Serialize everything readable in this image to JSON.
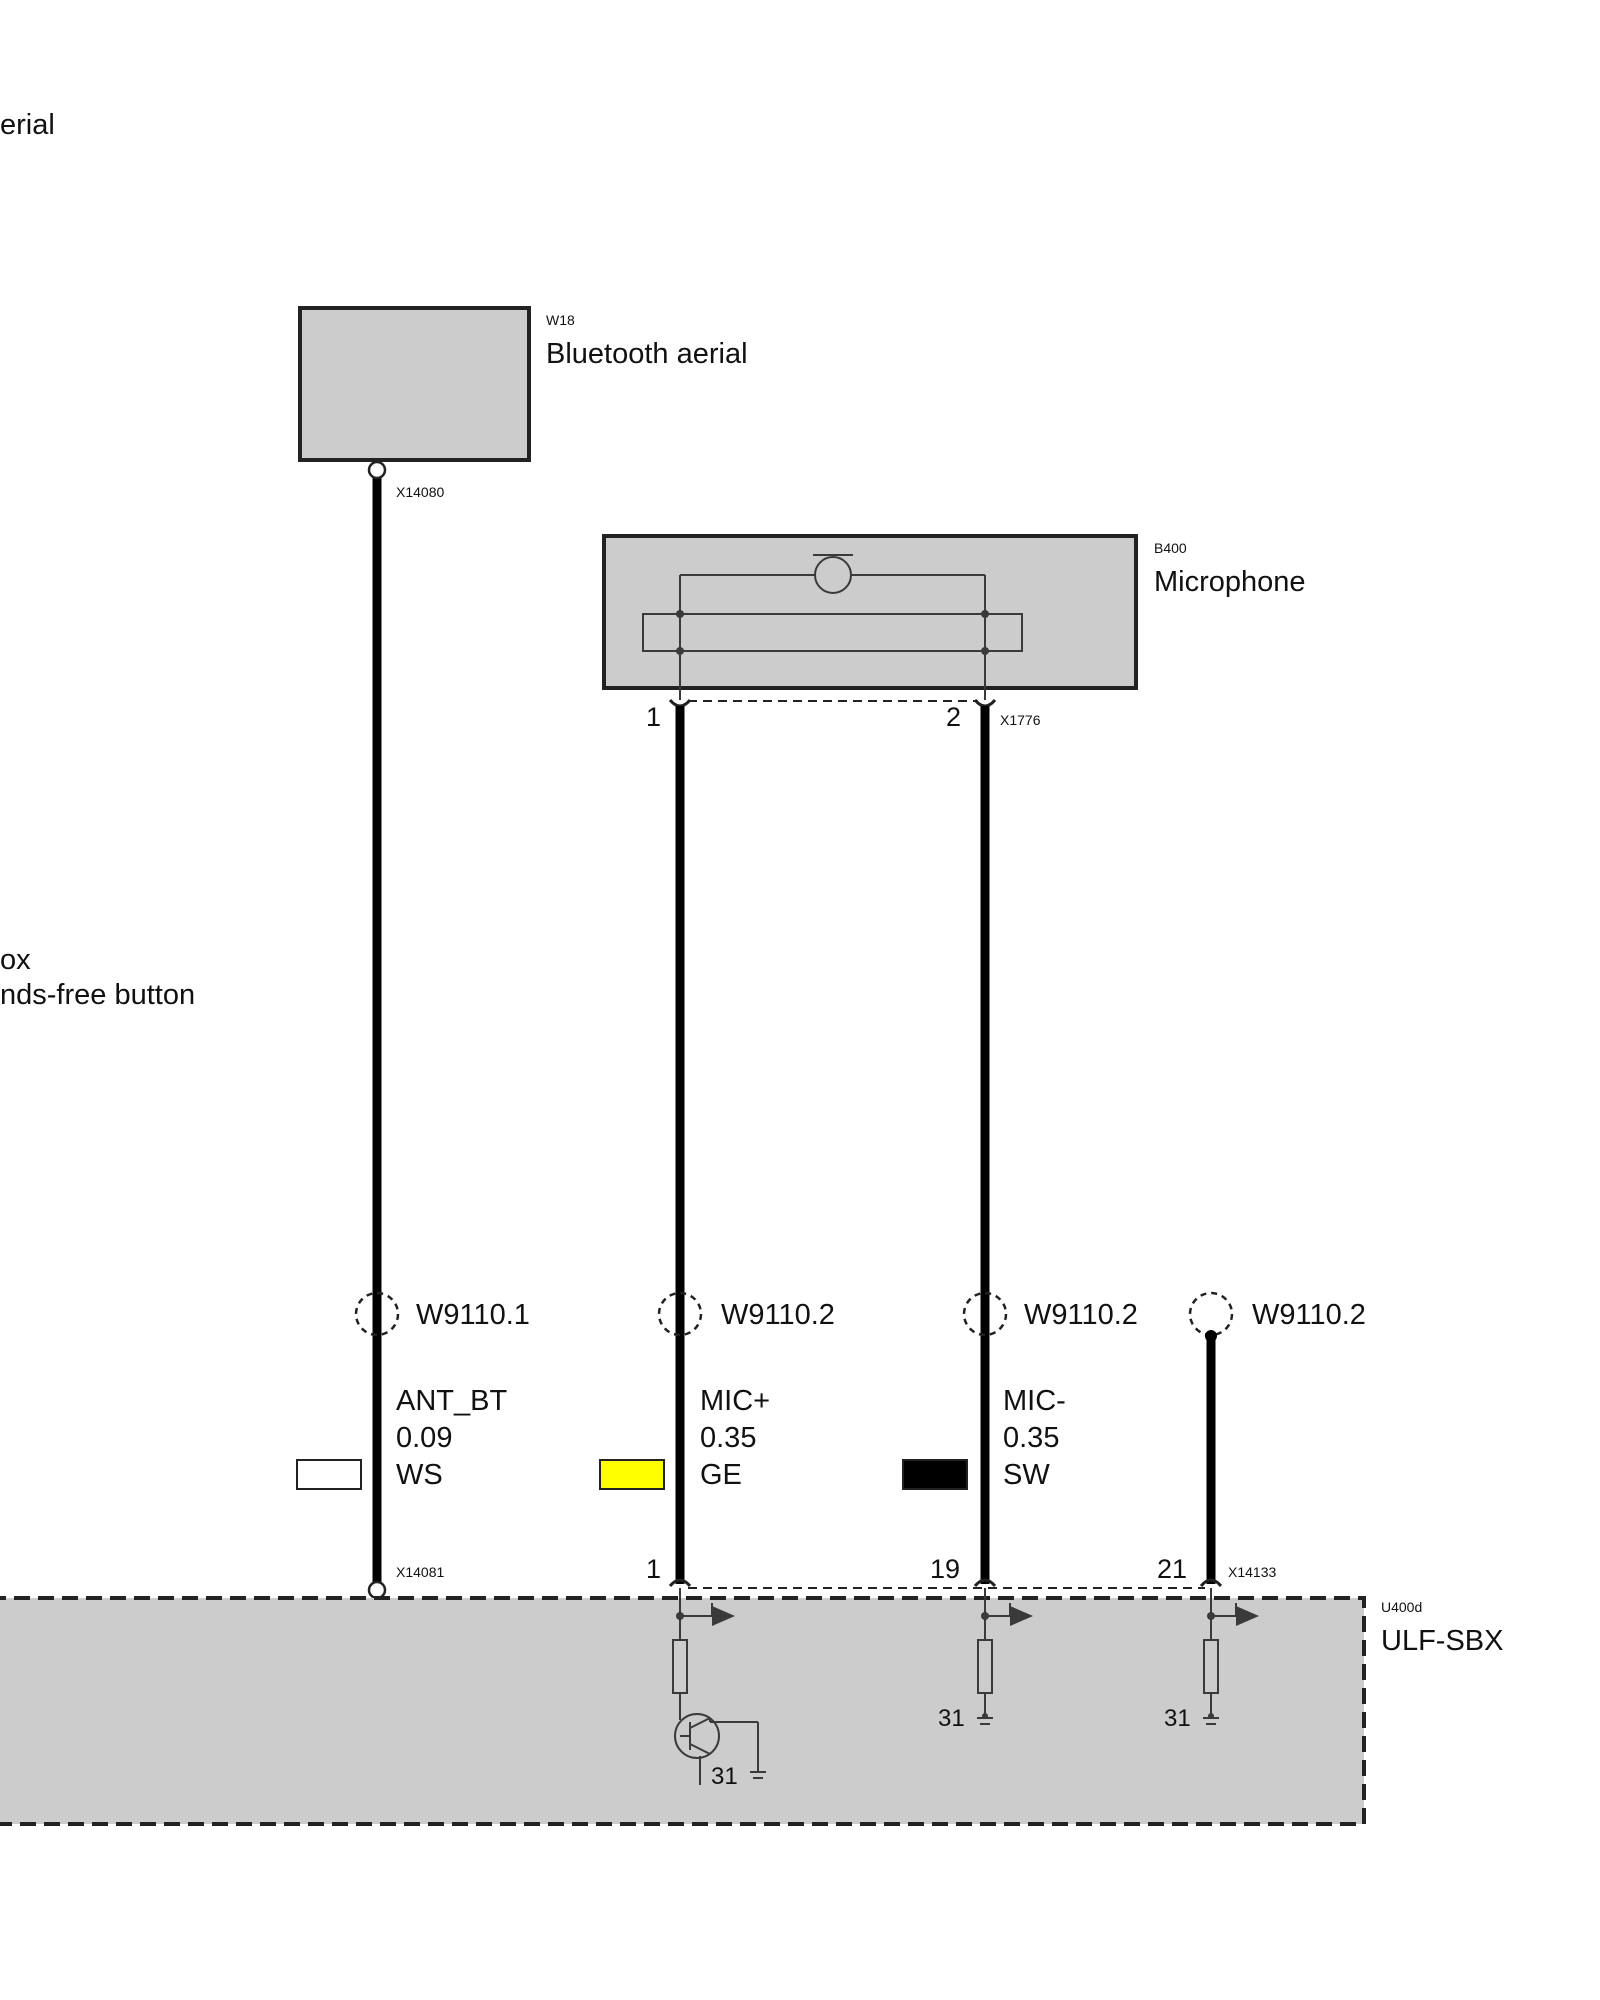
{
  "fragments": {
    "top_left": "erial",
    "mid_left_1": "ox",
    "mid_left_2": "nds-free button"
  },
  "components": {
    "aerial": {
      "code": "W18",
      "name": "Bluetooth aerial",
      "connector": "X14080"
    },
    "microphone": {
      "code": "B400",
      "name": "Microphone",
      "connector": "X1776",
      "pin_left": "1",
      "pin_right": "2"
    },
    "module": {
      "code": "U400d",
      "name": "ULF-SBX",
      "connector_left": "X14081",
      "connector_right": "X14133"
    }
  },
  "wires": [
    {
      "harness": "W9110.1",
      "signal": "ANT_BT",
      "gauge": "0.09",
      "color_code": "WS",
      "color": "#ffffff",
      "pin_bottom": ""
    },
    {
      "harness": "W9110.2",
      "signal": "MIC+",
      "gauge": "0.35",
      "color_code": "GE",
      "color": "#ffff00",
      "pin_bottom": "1"
    },
    {
      "harness": "W9110.2",
      "signal": "MIC-",
      "gauge": "0.35",
      "color_code": "SW",
      "color": "#000000",
      "pin_bottom": "19"
    },
    {
      "harness": "W9110.2",
      "signal": "",
      "gauge": "",
      "color_code": "",
      "color": "",
      "pin_bottom": "21"
    }
  ],
  "grounds": [
    "31",
    "31",
    "31"
  ],
  "colors": {
    "component_fill": "#cccccc",
    "wire": "#000000"
  }
}
